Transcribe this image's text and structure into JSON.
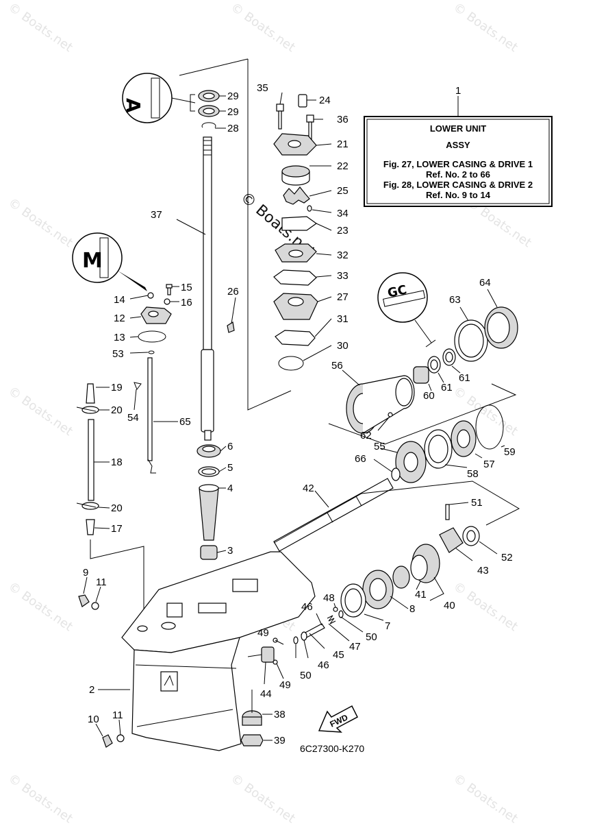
{
  "watermark": "© Boats.net",
  "center_watermark": "© Boats.net",
  "info_box": {
    "line1": "LOWER UNIT",
    "line2": "ASSY",
    "line3": "Fig. 27, LOWER CASING & DRIVE 1",
    "line4": "Ref. No. 2 to 66",
    "line5": "Fig. 28, LOWER CASING & DRIVE 2",
    "line6": "Ref. No. 9 to 14"
  },
  "drawing_code": "6C27300-K270",
  "fwd_label": "FWD",
  "callouts": {
    "c1": "1",
    "c2": "2",
    "c3": "3",
    "c4": "4",
    "c5": "5",
    "c6": "6",
    "c7": "7",
    "c8": "8",
    "c9": "9",
    "c10": "10",
    "c11a": "11",
    "c11b": "11",
    "c12": "12",
    "c13": "13",
    "c14": "14",
    "c15": "15",
    "c16": "16",
    "c17": "17",
    "c18": "18",
    "c19": "19",
    "c20a": "20",
    "c20b": "20",
    "c21": "21",
    "c22": "22",
    "c23": "23",
    "c24": "24",
    "c25": "25",
    "c26": "26",
    "c27": "27",
    "c28": "28",
    "c29a": "29",
    "c29b": "29",
    "c30": "30",
    "c31": "31",
    "c32": "32",
    "c33": "33",
    "c34": "34",
    "c35": "35",
    "c36": "36",
    "c37": "37",
    "c38": "38",
    "c39": "39",
    "c40": "40",
    "c41": "41",
    "c42": "42",
    "c43": "43",
    "c44": "44",
    "c45": "45",
    "c46a": "46",
    "c46b": "46",
    "c47": "47",
    "c48": "48",
    "c49a": "49",
    "c49b": "49",
    "c50a": "50",
    "c50b": "50",
    "c51": "51",
    "c52": "52",
    "c53": "53",
    "c54": "54",
    "c55": "55",
    "c56": "56",
    "c57": "57",
    "c58": "58",
    "c59": "59",
    "c60": "60",
    "c61a": "61",
    "c61b": "61",
    "c62": "62",
    "c63": "63",
    "c64": "64",
    "c65": "65",
    "c66": "66"
  },
  "grease_symbols": {
    "g1": "A",
    "g2": "M",
    "g3": "GC"
  }
}
